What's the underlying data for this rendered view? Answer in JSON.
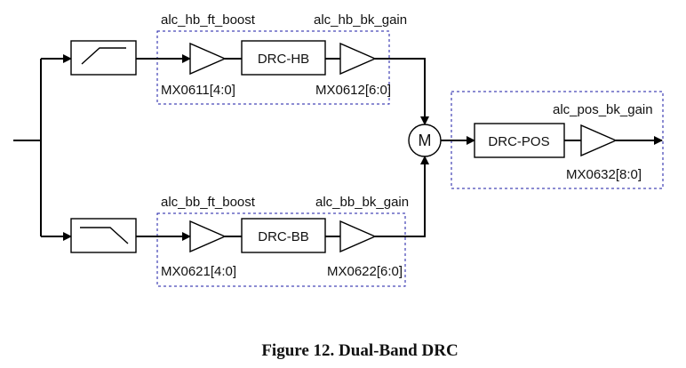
{
  "figure": {
    "caption": "Figure 12. Dual-Band DRC"
  },
  "high_band": {
    "boost_label": "alc_hb_ft_boost",
    "boost_reg": "MX0611[4:0]",
    "drc_label": "DRC-HB",
    "gain_label": "alc_hb_bk_gain",
    "gain_reg": "MX0612[6:0]",
    "filter_icon": "high-pass-filter-icon"
  },
  "base_band": {
    "boost_label": "alc_bb_ft_boost",
    "boost_reg": "MX0621[4:0]",
    "drc_label": "DRC-BB",
    "gain_label": "alc_bb_bk_gain",
    "gain_reg": "MX0622[6:0]",
    "filter_icon": "low-pass-filter-icon"
  },
  "mixer": {
    "label": "M"
  },
  "post": {
    "drc_label": "DRC-POS",
    "gain_label": "alc_pos_bk_gain",
    "gain_reg": "MX0632[8:0]"
  },
  "colors": {
    "group_border": "#1a1aa6",
    "line": "#000000"
  }
}
